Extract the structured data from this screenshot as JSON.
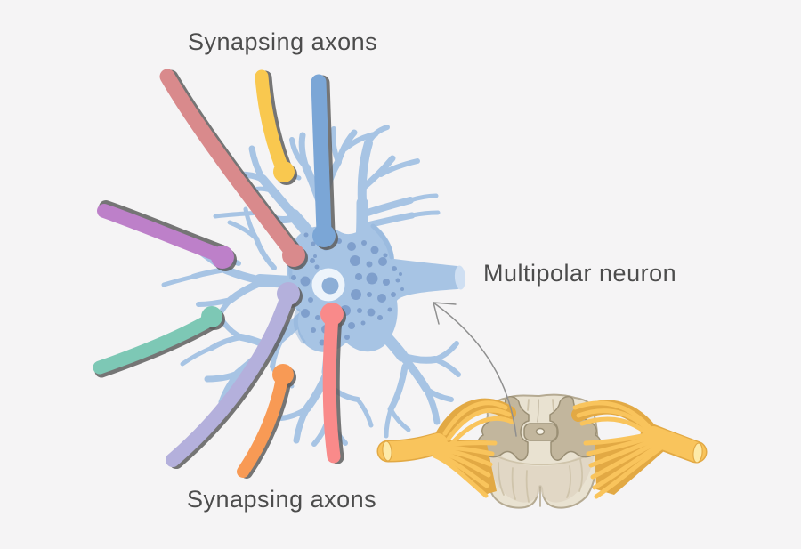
{
  "labels": {
    "synapsing_axons_top": "Synapsing axons",
    "multipolar_neuron": "Multipolar neuron",
    "synapsing_axons_bottom": "Synapsing axons"
  },
  "palette": {
    "background": "#f5f4f5",
    "text": "#4c4c4c",
    "neuron_blue": "#a7c4e4",
    "neuron_blue_dark": "#7f9fcc",
    "neuron_shade_blue": "#8fb2d9",
    "nucleus_light": "#edf4fb",
    "nucleus_core": "#8caed6",
    "axon_tip_light": "#cfdff2",
    "shadow_gray": "#5e5e5e",
    "arrow_gray": "#8f8f8f",
    "axon_rose": "#d98a8c",
    "axon_yellow": "#f9c84f",
    "axon_blue": "#7ba6d6",
    "axon_orchid": "#bd80c9",
    "axon_teal": "#7dc8b5",
    "axon_lavender": "#b4b0dc",
    "axon_orange": "#f89a55",
    "axon_salmon": "#f98a8a",
    "nerve_yellow": "#f9c45c",
    "nerve_outline": "#e2a944",
    "nerve_tip_light": "#fdeaa9",
    "cord_cream": "#e9e2d1",
    "cord_outline": "#b5aa92",
    "cord_shade": "#cfc4ab",
    "cord_side": "#ddd3c0",
    "gray_matter": "#c2b69d",
    "gray_matter_outline": "#9a8f75",
    "canal_fill": "#f5f1e6"
  },
  "figure": {
    "subject": "Multipolar neuron receiving synapsing axons, with spinal cord cross-section inset",
    "synapsing_axon_colors": [
      "rose",
      "yellow",
      "blue",
      "orchid",
      "teal",
      "lavender",
      "orange",
      "salmon"
    ]
  }
}
